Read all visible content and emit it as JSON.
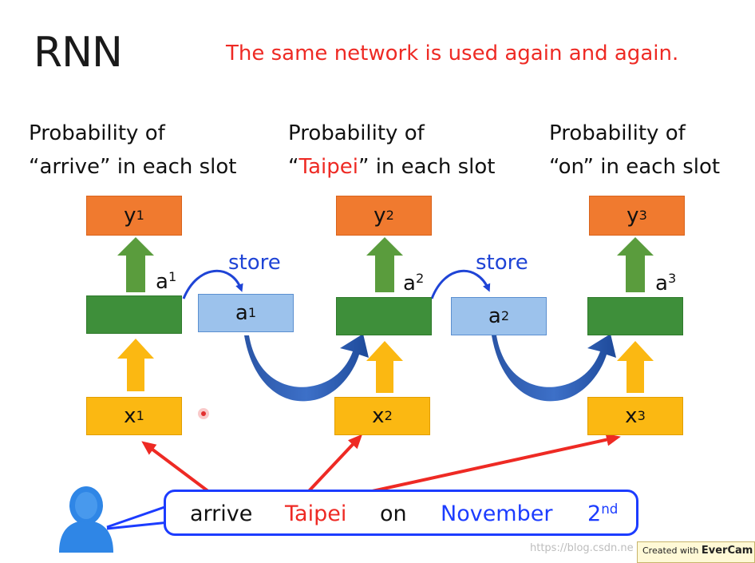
{
  "title": "RNN",
  "subtitle": "The same network is used again and again.",
  "steps": [
    {
      "prob_line1": "Probability of",
      "prob_pre": "“",
      "prob_word": "arrive",
      "prob_post": "” in each slot",
      "y_base": "y",
      "sup": "1",
      "a_base": "a",
      "x_base": "x"
    },
    {
      "prob_line1": "Probability of",
      "prob_pre": "“",
      "prob_word": "Taipei",
      "prob_post": "” in each slot",
      "y_base": "y",
      "sup": "2",
      "a_base": "a",
      "x_base": "x"
    },
    {
      "prob_line1": "Probability of",
      "prob_pre": "“",
      "prob_word": "on",
      "prob_post": "” in each slot",
      "y_base": "y",
      "sup": "3",
      "a_base": "a",
      "x_base": "x"
    }
  ],
  "memory": [
    {
      "label_base": "a",
      "sup": "1",
      "store_label": "store"
    },
    {
      "label_base": "a",
      "sup": "2",
      "store_label": "store"
    }
  ],
  "sentence": {
    "words": [
      "arrive",
      "Taipei",
      "on",
      "November"
    ],
    "last_base": "2",
    "last_sup": "nd"
  },
  "colors": {
    "title": "#1a1a1a",
    "subtitle": "#ee2a24",
    "output_box": "#f07a2f",
    "hidden_box": "#3e8f3a",
    "memory_box": "#9cc2ec",
    "input_box": "#fbb812",
    "store_text": "#1f44d6",
    "word_red": "#ee2a24",
    "word_blue": "#1c3cff",
    "sentence_border": "#1c3cff",
    "pointer_arrow": "#ee2a24",
    "user_icon": "#2f86e6"
  },
  "watermark": "https://blog.csdn.ne",
  "evercam": {
    "prefix": "Created with",
    "brand": "EverCam"
  }
}
